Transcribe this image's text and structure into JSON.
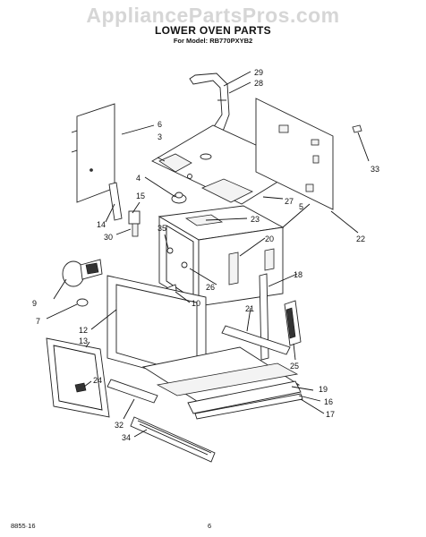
{
  "watermark": "AppliancePartsPros.com",
  "title": "LOWER OVEN PARTS",
  "subtitle": "For Model: RB770PXYB2",
  "footer": {
    "left": "8855·16",
    "page": "6"
  },
  "callouts": [
    "29",
    "28",
    "6",
    "3",
    "33",
    "4",
    "15",
    "14",
    "30",
    "23",
    "27",
    "5",
    "22",
    "35",
    "20",
    "9",
    "7",
    "18",
    "26",
    "10",
    "21",
    "12",
    "13",
    "25",
    "24",
    "19",
    "16",
    "17",
    "32",
    "34"
  ]
}
